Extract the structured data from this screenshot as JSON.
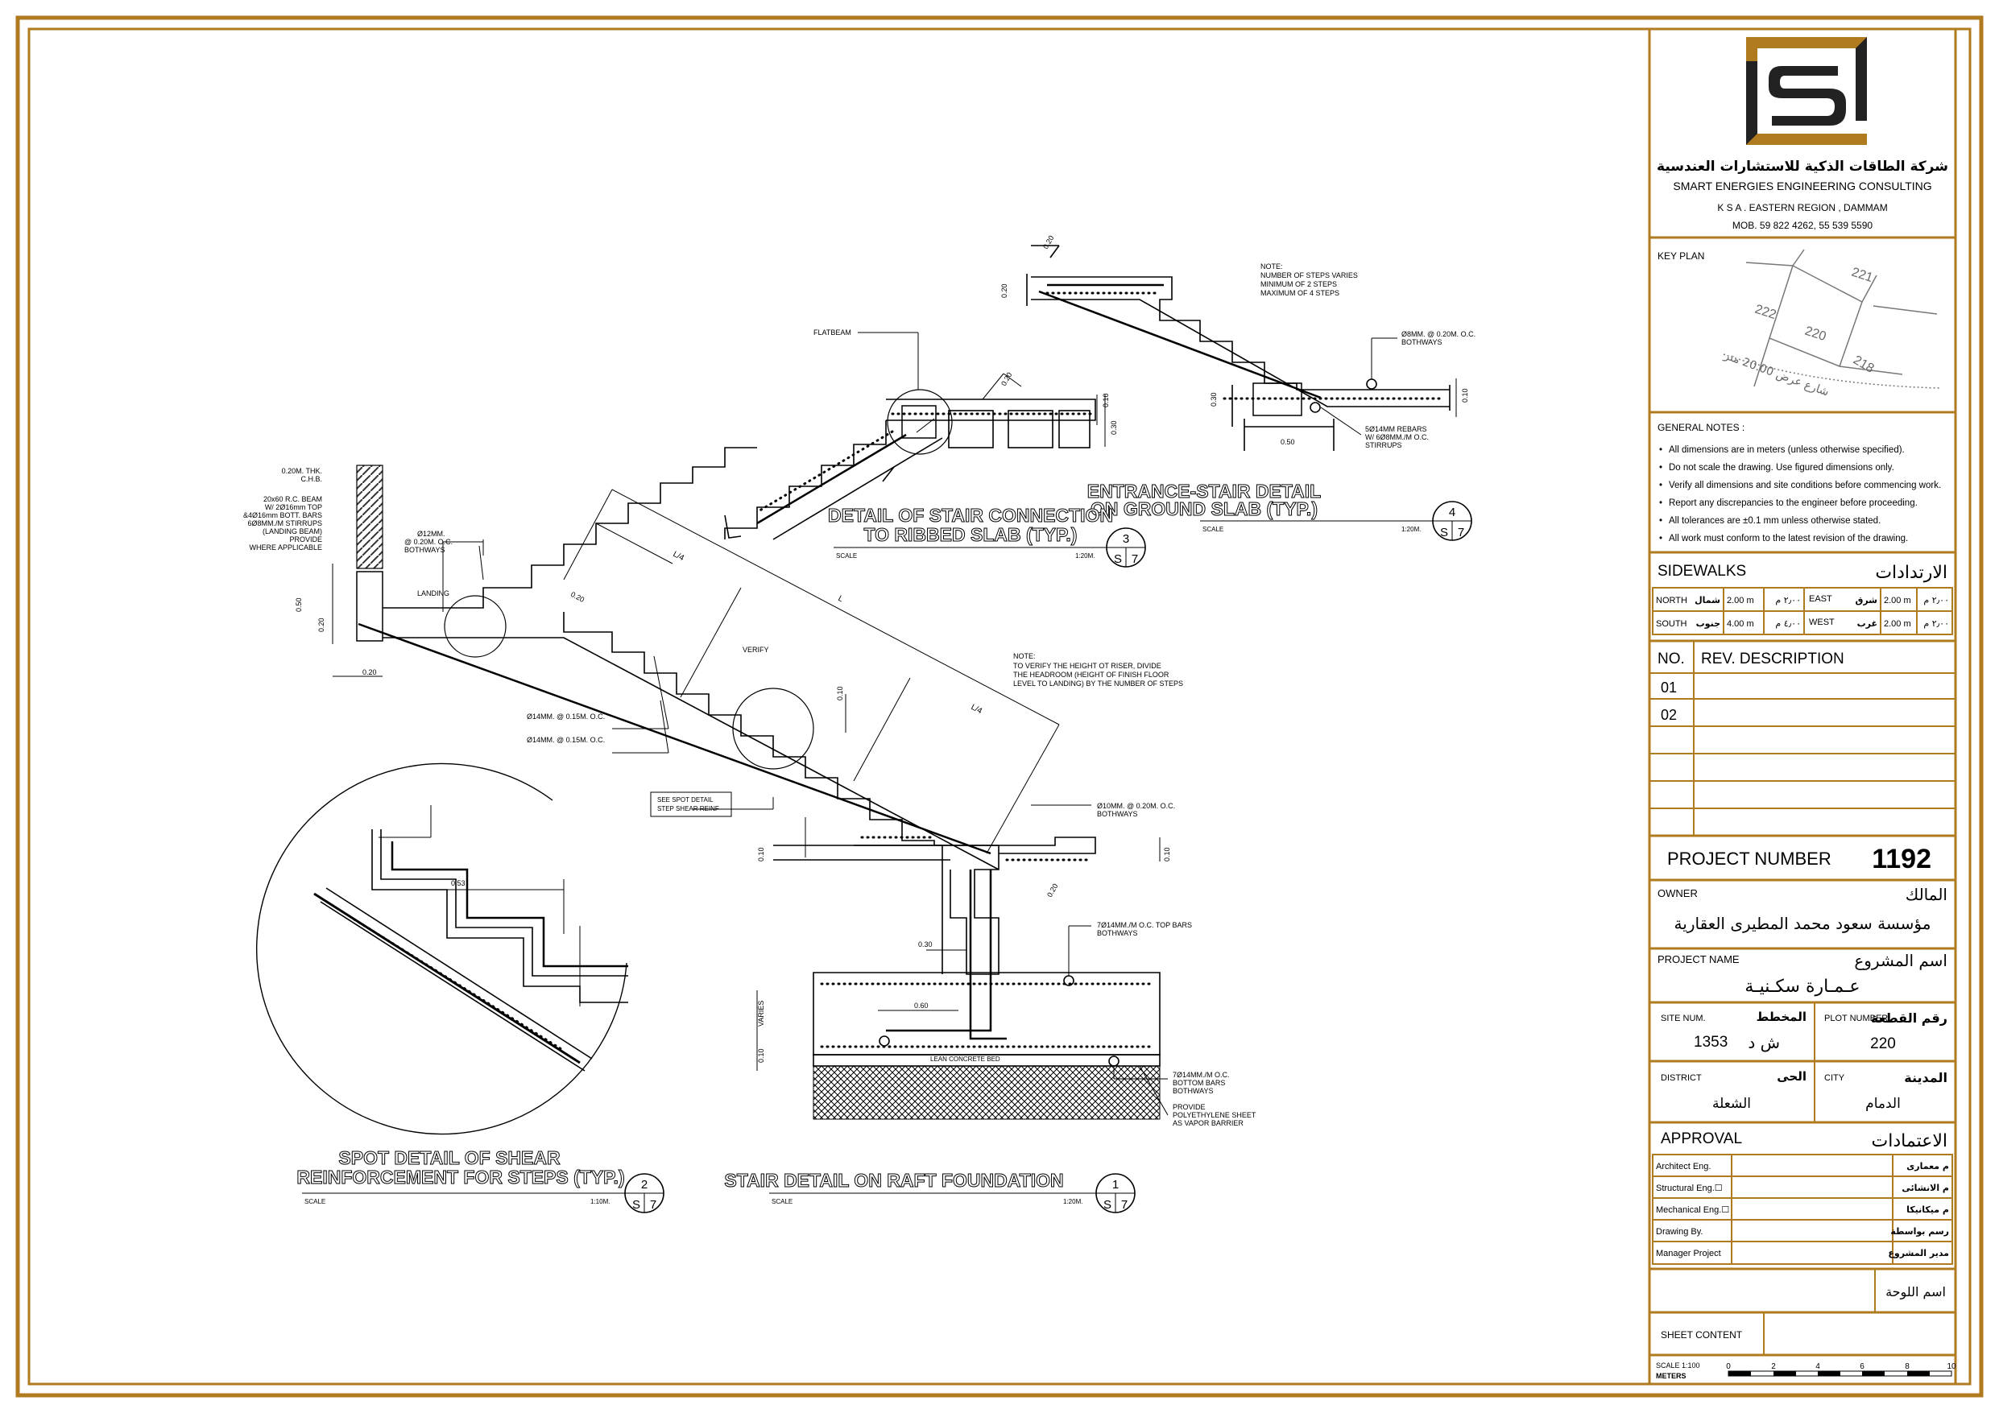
{
  "company": {
    "name_ar": "شركة الطاقات الذكية للاستشارات العندسية",
    "name_en": "SMART ENERGIES ENGINEERING CONSULTING",
    "region": "K S A . EASTERN REGION , DAMMAM",
    "mobile": "MOB. 59 822 4262, 55 539 5590",
    "brand_color": "#b07a1f"
  },
  "key_plan": {
    "label": "KEY PLAN",
    "plots": [
      "221",
      "222",
      "220",
      "218"
    ],
    "street": "شارع عرض 20.00 متر"
  },
  "general_notes": {
    "title": "GENERAL NOTES :",
    "items": [
      "All dimensions are in meters (unless otherwise specified).",
      "Do not scale the drawing. Use figured dimensions only.",
      "Verify all dimensions and site conditions before commencing work.",
      "Report any discrepancies to the engineer before proceeding.",
      "All tolerances are ±0.1 mm unless otherwise stated.",
      "All work must conform to the latest revision of the drawing."
    ]
  },
  "sidewalks": {
    "title_en": "SIDEWALKS",
    "title_ar": "الارتدادات",
    "rows": [
      {
        "d1": "NORTH",
        "a1": "شمال",
        "v1": "2.00 m",
        "r1": "٢٫٠٠ م",
        "d2": "EAST",
        "a2": "شرق",
        "v2": "2.00 m",
        "r2": "٢٫٠٠ م"
      },
      {
        "d1": "SOUTH",
        "a1": "جنوب",
        "v1": "4.00 m",
        "r1": "٤٫٠٠ م",
        "d2": "WEST",
        "a2": "غرب",
        "v2": "2.00 m",
        "r2": "٢٫٠٠ م"
      }
    ]
  },
  "revisions": {
    "no_label": "NO.",
    "desc_label": "REV. DESCRIPTION",
    "rows": [
      "01",
      "02"
    ]
  },
  "project": {
    "number_label": "PROJECT NUMBER",
    "number": "1192",
    "owner_label": "OWNER",
    "owner_label_ar": "المالك",
    "owner_value": "مؤسسة سعود محمد المطيرى العقارية",
    "name_label": "PROJECT NAME",
    "name_label_ar": "اسم المشروع",
    "name_value": "عـمـارة سكـنيـة",
    "site_label": "SITE NUM.",
    "site_label_ar": "المخطط",
    "site_value": "1353",
    "site_value_ar": "ش د",
    "plot_label": "PLOT NUMBER",
    "plot_label_ar": "رقم القطعة",
    "plot_value": "220",
    "district_label": "DISTRICT",
    "district_label_ar": "الحى",
    "district_value": "الشعلة",
    "city_label": "CITY",
    "city_label_ar": "المدينة",
    "city_value": "الدمام"
  },
  "approval": {
    "title_en": "APPROVAL",
    "title_ar": "الاعتمادات",
    "rows": [
      {
        "en": "Architect Eng.",
        "ar": "م معمارى"
      },
      {
        "en": "Structural Eng.☐",
        "ar": "م الانشائى"
      },
      {
        "en": "Mechanical Eng.☐",
        "ar": "م ميكانيكا"
      },
      {
        "en": "Drawing By.",
        "ar": "رسم بواسطة"
      },
      {
        "en": "Manager Project",
        "ar": "مدير المشروع"
      }
    ],
    "sheet_name_ar": "اسم اللوحة",
    "sheet_content": "SHEET CONTENT",
    "scale_label": "SCALE 1:100",
    "meters_label": "METERS",
    "scale_ticks": [
      "0",
      "2",
      "4",
      "6",
      "8",
      "10"
    ]
  },
  "details": {
    "d1": {
      "title": "STAIR DETAIL ON RAFT FOUNDATION",
      "scale_label": "SCALE",
      "scale": "1:20M.",
      "num": "1",
      "sheet": "S",
      "sheet_no": "7"
    },
    "d2": {
      "title1": "SPOT DETAIL OF SHEAR",
      "title2": "REINFORCEMENT FOR STEPS (TYP.)",
      "scale_label": "SCALE",
      "scale": "1:10M.",
      "num": "2",
      "sheet": "S",
      "sheet_no": "7"
    },
    "d3": {
      "title1": "DETAIL OF STAIR CONNECTION",
      "title2": "TO RIBBED SLAB (TYP.)",
      "scale_label": "SCALE",
      "scale": "1:20M.",
      "num": "3",
      "sheet": "S",
      "sheet_no": "7"
    },
    "d4": {
      "title1": "ENTRANCE-STAIR DETAIL",
      "title2": "ON GROUND SLAB (TYP.)",
      "scale_label": "SCALE",
      "scale": "1:20M.",
      "num": "4",
      "sheet": "S",
      "sheet_no": "7"
    }
  },
  "annotations": {
    "flatbeam": "FLATBEAM",
    "chb1": "0.20M. THK.",
    "chb2": "C.H.B.",
    "beam1": "20x60 R.C. BEAM",
    "beam2": "W/ 2Ø16mm TOP",
    "beam3": "&4Ø16mm BOTT. BARS",
    "beam4": "6Ø8MM./M STIRRUPS",
    "beam5": "(LANDING BEAM)",
    "beam6": "PROVIDE",
    "beam7": "WHERE APPLICABLE",
    "bar12a": "Ø12MM.",
    "bar12b": "@ 0.20M. O.C.",
    "bar12c": "BOTHWAYS",
    "landing": "LANDING",
    "bar14a": "Ø14MM. @ 0.15M. O.C.",
    "bar14b": "Ø14MM. @ 0.15M. O.C.",
    "verify": "VERIFY",
    "spot1": "SEE SPOT DETAIL",
    "spot2": "STEP SHEAR REINF",
    "note_riser1": "NOTE:",
    "note_riser2": "TO VERIFY THE HEIGHT OT RISER, DIVIDE",
    "note_riser3": "THE HEADROOM (HEIGHT OF FINISH FLOOR",
    "note_riser4": "LEVEL TO LANDING) BY THE NUMBER OF STEPS",
    "bar10a": "Ø10MM. @ 0.20M. O.C.",
    "bar10b": "BOTHWAYS",
    "top7a": "7Ø14MM./M O.C. TOP BARS",
    "top7b": "BOTHWAYS",
    "bot7a": "7Ø14MM./M O.C.",
    "bot7b": "BOTTOM BARS",
    "bot7c": "BOTHWAYS",
    "poly1": "PROVIDE",
    "poly2": "POLYETHYLENE SHEET",
    "poly3": "AS VAPOR BARRIER",
    "lean": "LEAN CONCRETE BED",
    "varies": "VARIES",
    "note_steps1": "NOTE:",
    "note_steps2": "NUMBER OF STEPS VARIES",
    "note_steps3": "MINIMUM OF 2 STEPS",
    "note_steps4": "MAXIMUM OF 4 STEPS",
    "bar8a": "Ø8MM. @ 0.20M. O.C.",
    "bar8b": "BOTHWAYS",
    "rebar5a": "5Ø14MM REBARS",
    "rebar5b": "W/ 6Ø8MM./M O.C.",
    "rebar5c": "STIRRUPS",
    "dim_020": "0.20",
    "dim_050": "0.50",
    "dim_030": "0.30",
    "dim_010": "0.10",
    "dim_060": "0.60",
    "dim_053": "0.53",
    "dim_l4": "L/4",
    "dim_l": "L"
  }
}
